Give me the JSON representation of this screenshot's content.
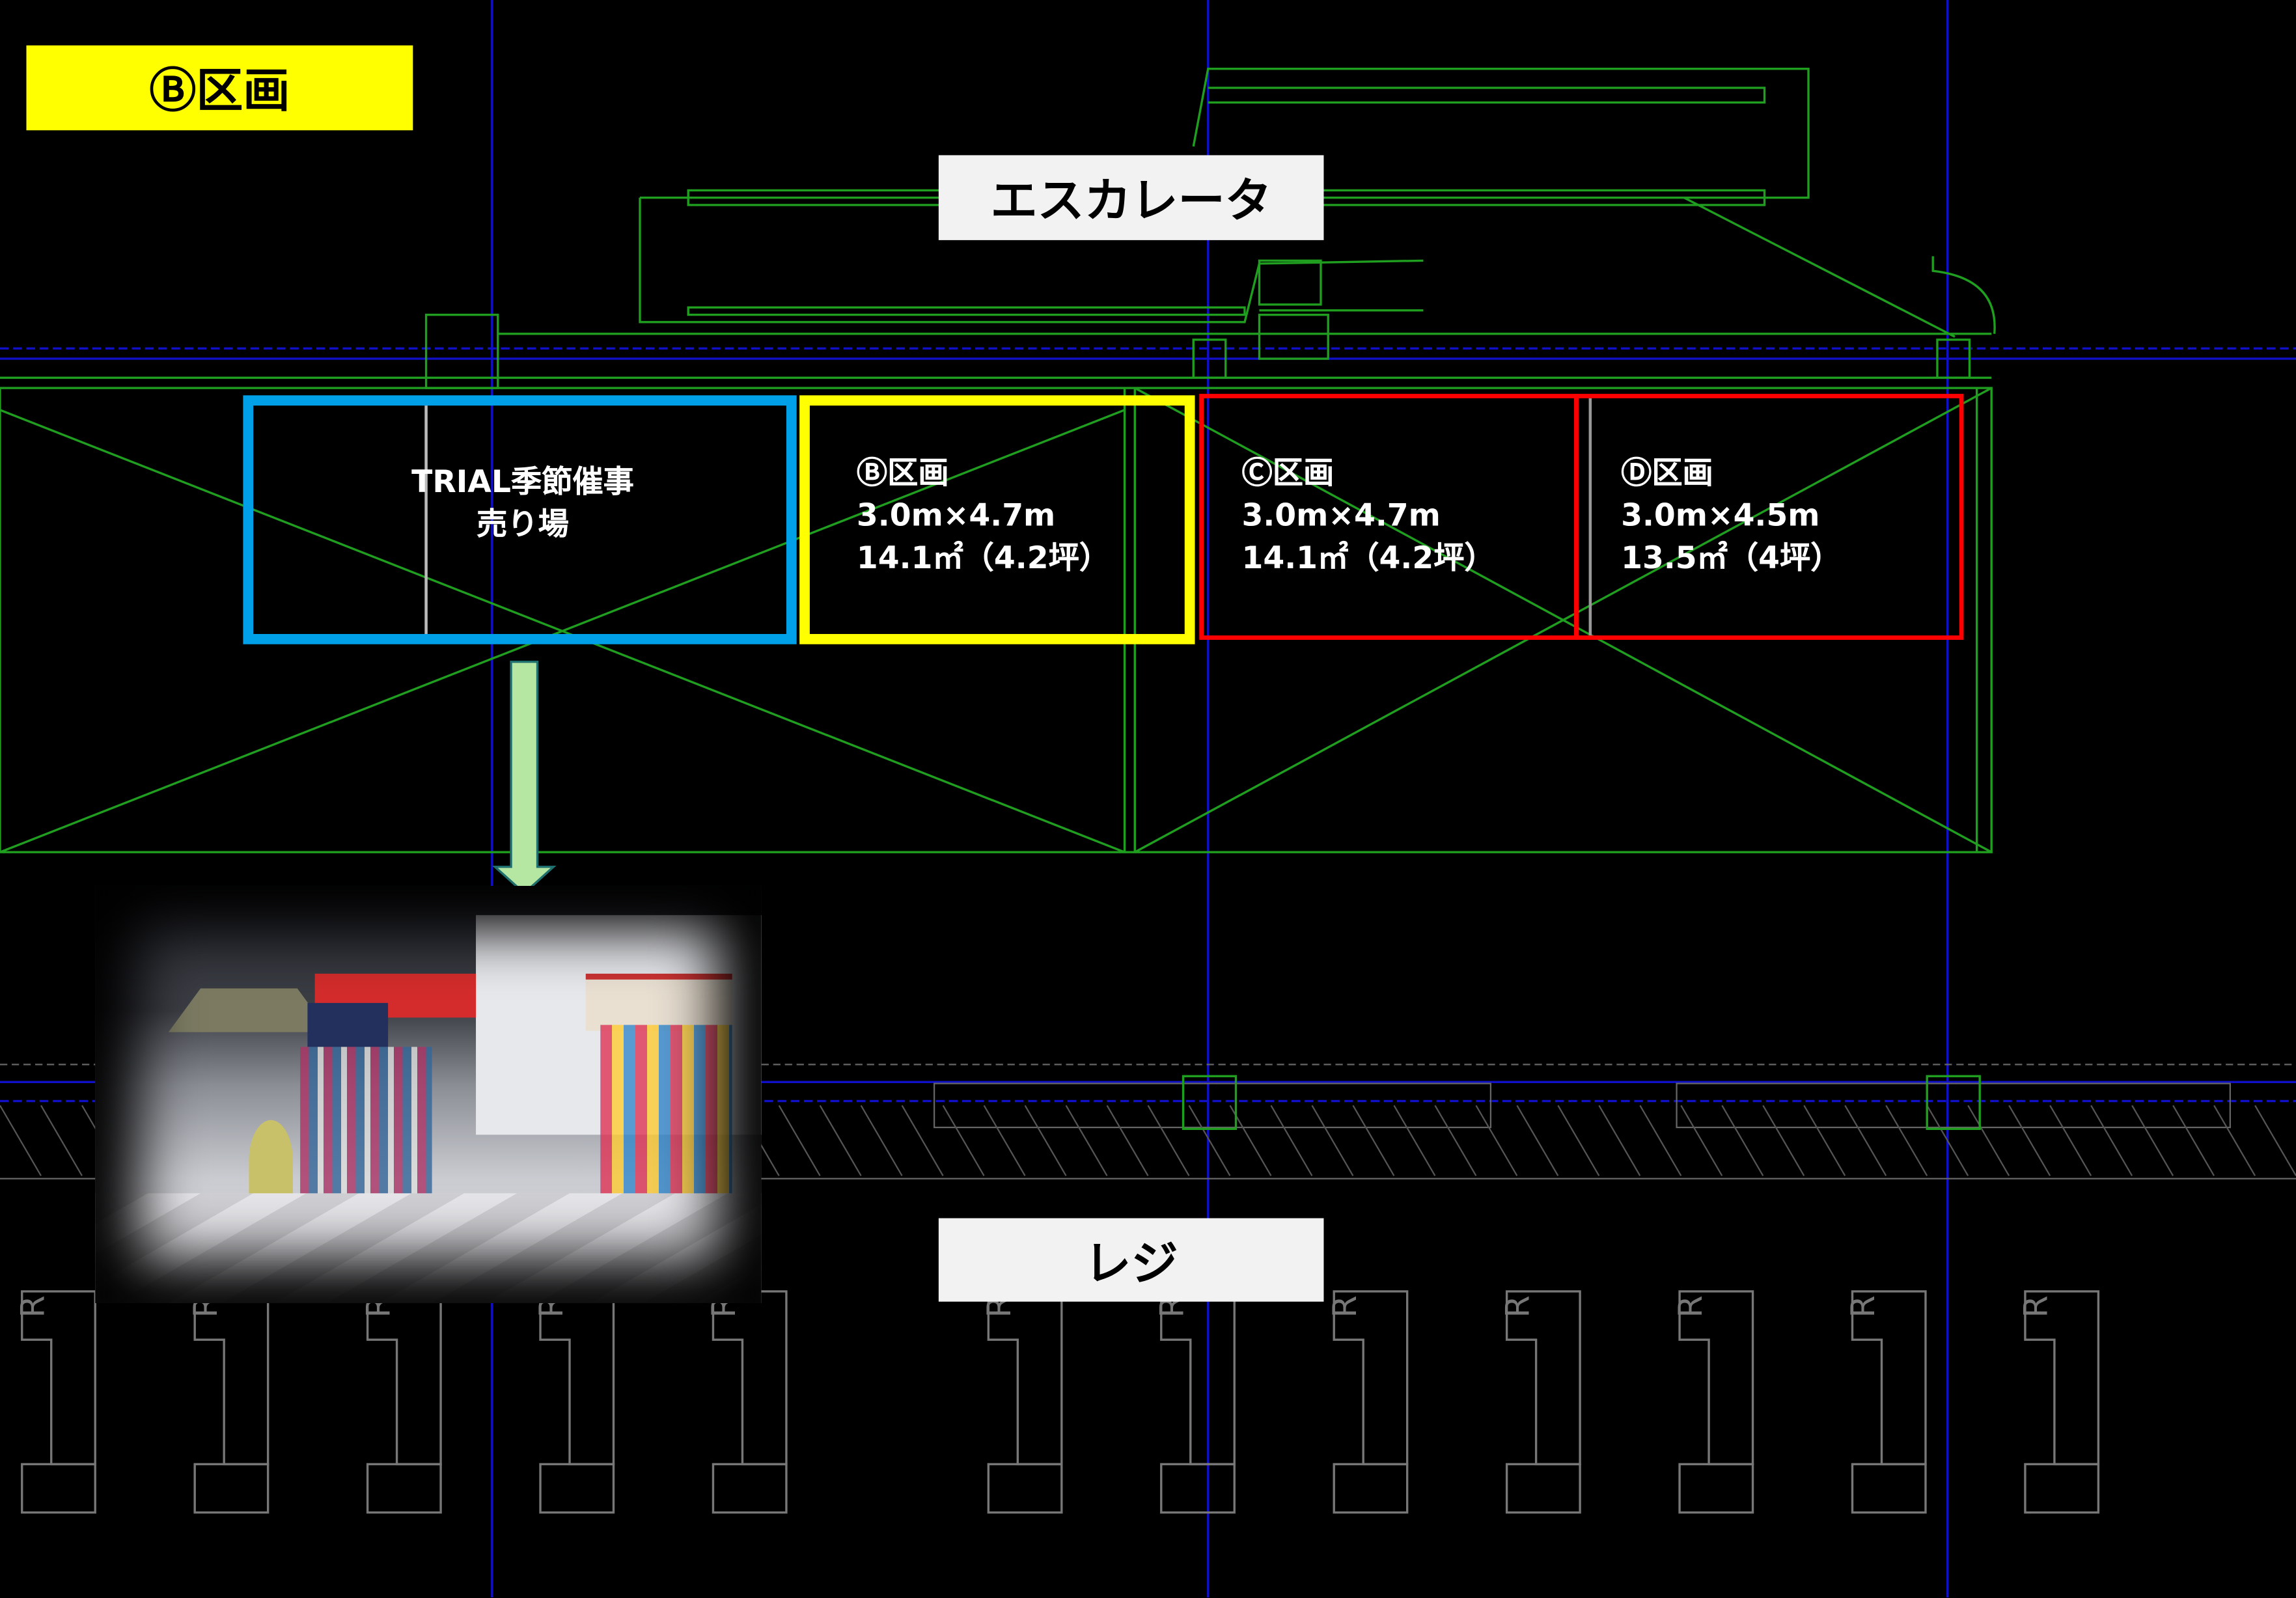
{
  "title": "Ⓑ区画",
  "labels": {
    "escalator": "エスカレータ",
    "register": "レジ"
  },
  "zones": [
    {
      "id": "trial",
      "lines": [
        "TRIAL季節催事",
        "売り場"
      ],
      "color": "#00a0e9"
    },
    {
      "id": "B",
      "lines": [
        "Ⓑ区画",
        "3.0m×4.7m",
        "14.1㎡（4.2坪）"
      ],
      "color": "#ffff00"
    },
    {
      "id": "C",
      "lines": [
        "Ⓒ区画",
        "3.0m×4.7m",
        "14.1㎡（4.2坪）"
      ],
      "color": "#ff0000"
    },
    {
      "id": "D",
      "lines": [
        "Ⓓ区画",
        "3.0m×4.5m",
        "13.5㎡（4坪）"
      ],
      "color": "#ff0000"
    }
  ],
  "register_mark": "R",
  "colors": {
    "title_bg": "#ffff00",
    "label_bg": "#f2f2f2",
    "cad_green": "#1f9e1f",
    "cad_blue": "#1010c8",
    "arrow": "#b5e6a2"
  }
}
